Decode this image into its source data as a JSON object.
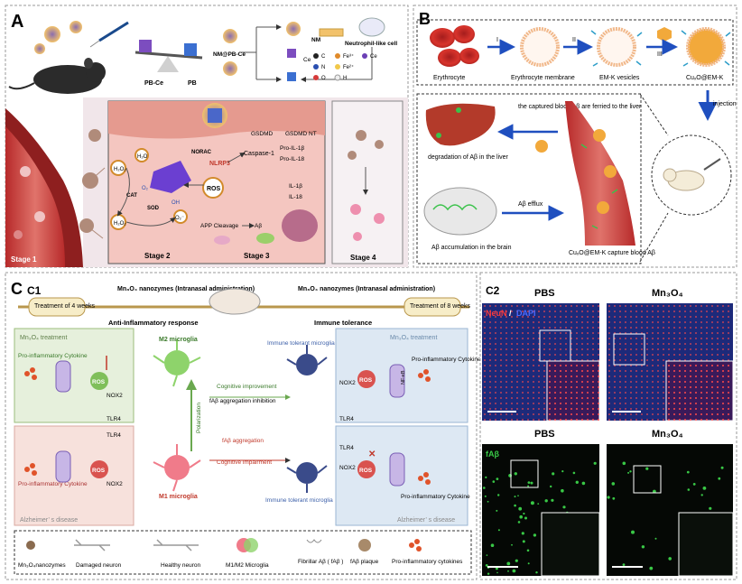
{
  "panels": {
    "A": {
      "letter": "A",
      "labels": {
        "pbce": "PB-Ce",
        "pb": "PB",
        "nmpb": "NM@PB-Ce",
        "nm": "NM",
        "neutro": "Neutrophil-like cell",
        "legend": [
          "C",
          "Fe³⁺",
          "Ce",
          "N",
          "Fe²⁺",
          "O",
          "H"
        ],
        "ce": "Ce",
        "stages": [
          "Stage 1",
          "Stage 2",
          "Stage 3",
          "Stage 4"
        ],
        "gsdmd": "GSDMD",
        "gsdmdnt": "GSDMD NT",
        "nlrp3": "NLRP3",
        "casp": "Caspase-1",
        "proil1b": "Pro-IL-1β",
        "proil18": "Pro-IL-18",
        "il1b": "IL-1β",
        "il18": "IL-18",
        "ros": "ROS",
        "app": "APP Cleavage",
        "ab": "Aβ",
        "cat": "CAT",
        "sod": "SOD",
        "h2o": "H₂O",
        "h2o2": "H₂O₂",
        "o2": "O₂",
        "o2r": "O₂⁻",
        "oh": "OH",
        "norac": "NORAC"
      }
    },
    "B": {
      "letter": "B",
      "labels": {
        "ery": "Erythrocyte",
        "erym": "Erythrocyte membrane",
        "emk": "EM-K vesicles",
        "cu": "CuₓO@EM-K",
        "steps": [
          "I",
          "II",
          "III"
        ],
        "inject": "injection",
        "captured": "the captured blood Aβ are ferried to the liver",
        "degr": "degradation of Aβ in the liver",
        "efflux": "Aβ efflux",
        "accum": "Aβ accumulation in the brain",
        "capture": "CuₓO@EM-K capture blood Aβ"
      }
    },
    "C": {
      "letter": "C",
      "c1": "C1",
      "t4": "Treatment of 4 weeks",
      "t8": "Treatment of 8 weeks",
      "nano1": "Mn₃O₄ nanozymes (Intranasal administration)",
      "nano2": "Mn₃O₄ nanozymes (Intranasal administration)",
      "antiinf": "Anti-Inflammatory response",
      "immtol": "Immune tolerance",
      "mnL": "Mn₃O₄ treatment",
      "mnR": "Mn₃O₄ treatment",
      "proinfTL": "Pro-inflammatory Cytokine",
      "proinfBL": "Pro-inflammatory Cytokine",
      "proinfTR": "Pro-inflammatory Cytokine",
      "proinfBR": "Pro-inflammatory Cytokine",
      "ros": "ROS",
      "nox2": "NOX2",
      "tlr4": "TLR4",
      "nfkb": "NF-κB",
      "m2": "M2 microglia",
      "m1": "M1 microglia",
      "pol": "Polarization",
      "itm": "Immune tolerant microglia",
      "cogimp": "Cognitive improvement",
      "fabinh": "fAβ aggregation inhibition",
      "fabagg": "fAβ aggregation",
      "cogimpair": "Cognitive impairment",
      "ad": "Alzheimer’ s disease",
      "legend": [
        "Mn₃O₄nanozymes",
        "Damaged neuron",
        "Healthy neuron",
        "M1/M2 Microglia",
        "Fibrillar Aβ ( fAβ )",
        "fAβ plaque",
        "Pro-inflammatory cytokines"
      ]
    },
    "C2": {
      "label": "C2",
      "pbs": "PBS",
      "mn": "Mn₃O₄",
      "neun": "NeuN",
      "dapi": "DAPI",
      "fab": "fAβ"
    }
  },
  "colors": {
    "stage_box": "#b04a4a",
    "blood": "#c0392b",
    "arrow_blue": "#1f4fbf",
    "green_panel": "#e6f0dc",
    "blue_panel": "#dde8f3",
    "red_panel": "#f7e1dc",
    "ros_red": "#d9534f",
    "fluor_green": "#39c846"
  }
}
